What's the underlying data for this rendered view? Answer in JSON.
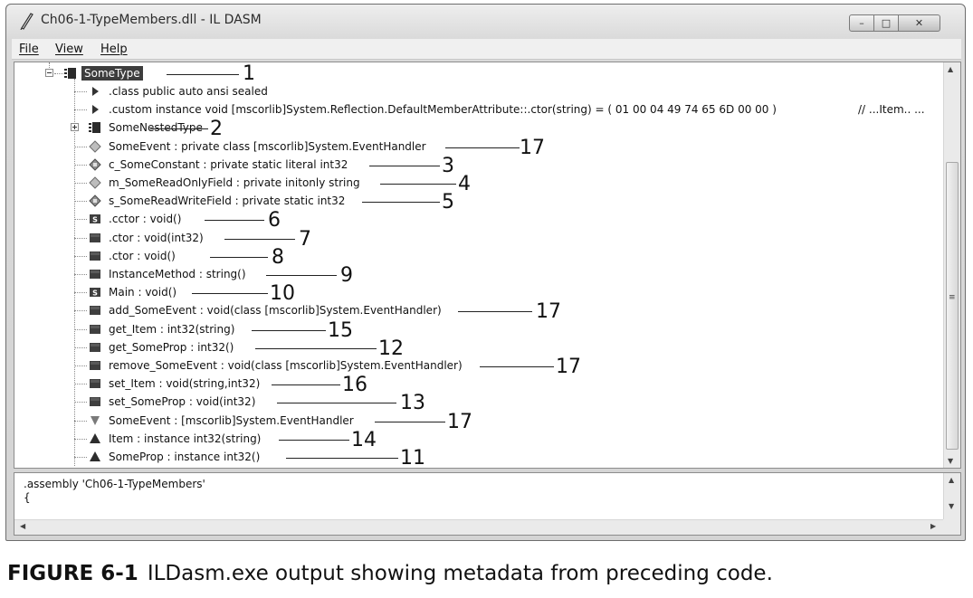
{
  "window": {
    "title": "Ch06-1-TypeMembers.dll - IL DASM",
    "controls": {
      "minimize": "–",
      "maximize": "□",
      "close": "✕"
    }
  },
  "menu": [
    {
      "label": "File"
    },
    {
      "label": "View"
    },
    {
      "label": "Help"
    }
  ],
  "tree": {
    "root": {
      "label": "SomeType",
      "icon": "class-icon"
    },
    "rows": [
      {
        "label": ".class public auto ansi sealed",
        "icon": "triangle-right-icon"
      },
      {
        "label": ".custom instance void [mscorlib]System.Reflection.DefaultMemberAttribute::.ctor(string) = ( 01 00 04 49 74 65 6D 00 00 )",
        "comment": "// ...Item.. ...",
        "icon": "triangle-right-icon"
      },
      {
        "label": "SomeNestedType",
        "icon": "class-icon"
      },
      {
        "label": "SomeEvent : private class [mscorlib]System.EventHandler",
        "icon": "field-icon"
      },
      {
        "label": "c_SomeConstant : private static literal int32",
        "icon": "static-field-icon"
      },
      {
        "label": "m_SomeReadOnlyField : private initonly string",
        "icon": "field-icon"
      },
      {
        "label": "s_SomeReadWriteField : private static int32",
        "icon": "static-field-icon"
      },
      {
        "label": ".cctor : void()",
        "icon": "static-method-icon"
      },
      {
        "label": ".ctor : void(int32)",
        "icon": "method-icon"
      },
      {
        "label": ".ctor : void()",
        "icon": "method-icon"
      },
      {
        "label": "InstanceMethod : string()",
        "icon": "method-icon"
      },
      {
        "label": "Main : void()",
        "icon": "static-method-icon"
      },
      {
        "label": "add_SomeEvent : void(class [mscorlib]System.EventHandler)",
        "icon": "method-icon"
      },
      {
        "label": "get_Item : int32(string)",
        "icon": "method-icon"
      },
      {
        "label": "get_SomeProp : int32()",
        "icon": "method-icon"
      },
      {
        "label": "remove_SomeEvent : void(class [mscorlib]System.EventHandler)",
        "icon": "method-icon"
      },
      {
        "label": "set_Item : void(string,int32)",
        "icon": "method-icon"
      },
      {
        "label": "set_SomeProp : void(int32)",
        "icon": "method-icon"
      },
      {
        "label": "SomeEvent : [mscorlib]System.EventHandler",
        "icon": "event-icon"
      },
      {
        "label": "Item : instance int32(string)",
        "icon": "property-icon"
      },
      {
        "label": "SomeProp : instance int32()",
        "icon": "property-icon"
      }
    ]
  },
  "callouts": [
    "1",
    "2",
    "17",
    "3",
    "4",
    "5",
    "6",
    "7",
    "8",
    "9",
    "10",
    "17",
    "15",
    "12",
    "17",
    "16",
    "13",
    "17",
    "14",
    "11"
  ],
  "bottom_pane": {
    "lines": [
      ".assembly 'Ch06-1-TypeMembers'",
      "{"
    ]
  },
  "caption": {
    "figure": "FIGURE 6-1",
    "text": "ILDasm.exe output showing metadata from preceding code."
  }
}
